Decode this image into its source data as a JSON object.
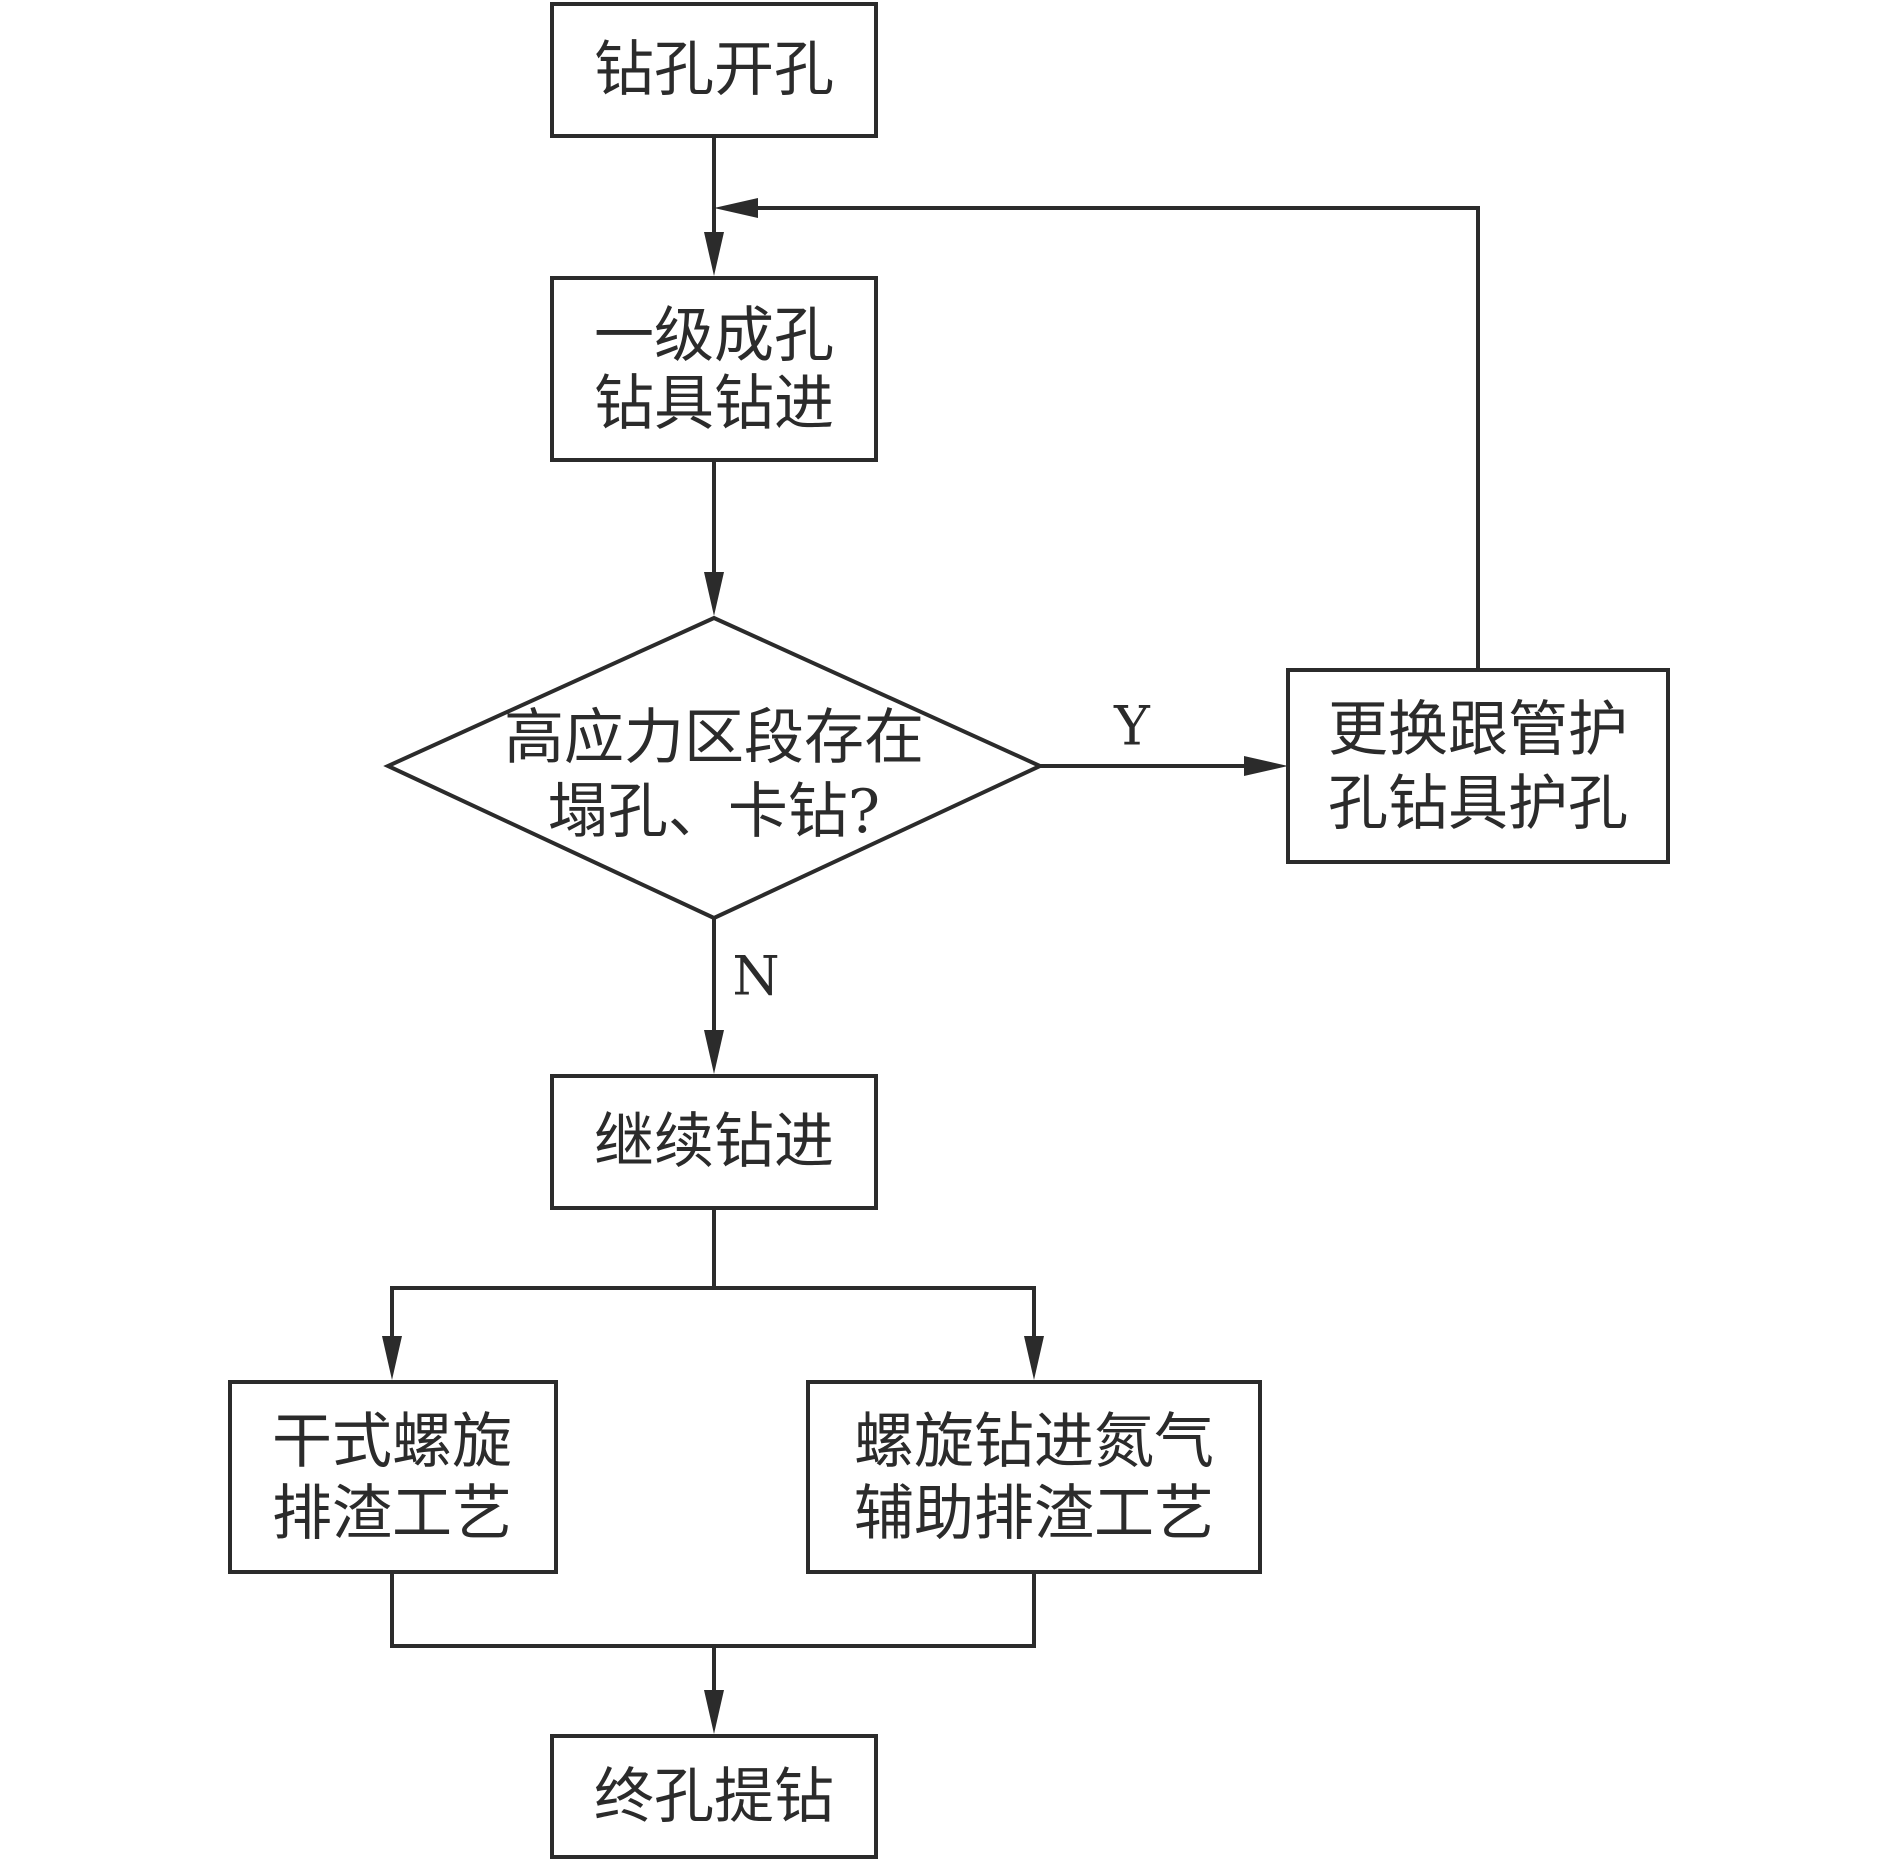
{
  "nodes": {
    "start": "钻孔开孔",
    "stage1_line1": "一级成孔",
    "stage1_line2": "钻具钻进",
    "decision_line1": "高应力区段存在",
    "decision_line2": "塌孔、卡钻?",
    "replace_line1": "更换跟管护",
    "replace_line2": "孔钻具护孔",
    "continue": "继续钻进",
    "dry_line1": "干式螺旋",
    "dry_line2": "排渣工艺",
    "nitrogen_line1": "螺旋钻进氮气",
    "nitrogen_line2": "辅助排渣工艺",
    "end": "终孔提钻"
  },
  "edges": {
    "yes_label": "Y",
    "no_label": "N"
  }
}
